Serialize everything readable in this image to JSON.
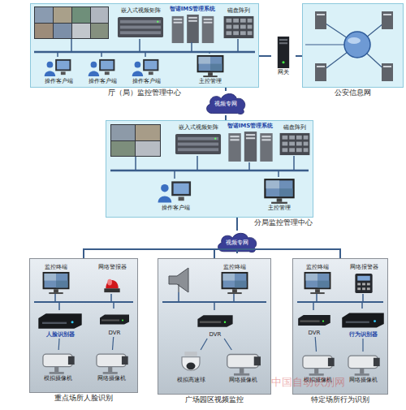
{
  "diagram": {
    "nodes": [
      {
        "text": [
          "厅（局）监控管理中心"
        ]
      },
      {
        "text": [
          "嵌入式视频矩阵"
        ],
        "in": 0
      },
      {
        "text": [
          "智诺IMS管理系统"
        ],
        "in": 0
      },
      {
        "text": [
          "磁盘阵列"
        ],
        "in": 0
      },
      {
        "text": [
          "操作客户端"
        ],
        "in": 0
      },
      {
        "text": [
          "操作客户端"
        ],
        "in": 0
      },
      {
        "text": [
          "操作客户端"
        ],
        "in": 0
      },
      {
        "text": [
          "主控管理"
        ],
        "in": 0
      },
      {
        "text": [
          "网关"
        ]
      },
      {
        "text": [
          "公安信息网"
        ]
      },
      {
        "text": [
          "视频专网"
        ]
      },
      {
        "text": [
          "分局监控管理中心"
        ]
      },
      {
        "text": [
          "嵌入式视频矩阵"
        ],
        "in": 11
      },
      {
        "text": [
          "智诺IMS管理系统"
        ],
        "in": 11
      },
      {
        "text": [
          "磁盘阵列"
        ],
        "in": 11
      },
      {
        "text": [
          "操作客户端"
        ],
        "in": 11
      },
      {
        "text": [
          "主控管理"
        ],
        "in": 11
      },
      {
        "text": [
          "视频专网"
        ]
      },
      {
        "text": [
          "重点场所人脸识别"
        ]
      },
      {
        "text": [
          "监控终端"
        ],
        "in": 18
      },
      {
        "text": [
          "网络警报器"
        ],
        "in": 18
      },
      {
        "text": [
          "人脸识别器"
        ],
        "in": 18
      },
      {
        "text": [
          "DVR"
        ],
        "in": 18
      },
      {
        "text": [
          "模拟摄像机"
        ],
        "in": 18
      },
      {
        "text": [
          "网络摄像机"
        ],
        "in": 18
      },
      {
        "text": [
          "广场园区视频监控"
        ]
      },
      {
        "text": [
          "监控终端"
        ],
        "in": 25
      },
      {
        "text": [
          "DVR"
        ],
        "in": 25
      },
      {
        "text": [
          "模拟高速球"
        ],
        "in": 25
      },
      {
        "text": [
          "网络摄像机"
        ],
        "in": 25
      },
      {
        "text": [
          "特定场所行为识别"
        ]
      },
      {
        "text": [
          "监控终端"
        ],
        "in": 30
      },
      {
        "text": [
          "网络报警器"
        ],
        "in": 30
      },
      {
        "text": [
          "DVR"
        ],
        "in": 30
      },
      {
        "text": [
          "行为识别器"
        ],
        "in": 30
      },
      {
        "text": [
          "模拟摄像机"
        ],
        "in": 30
      },
      {
        "text": [
          "网络摄像机"
        ],
        "in": 30
      }
    ],
    "edges": [
      {
        "from": 0,
        "to": 8,
        "arrow": "none"
      },
      {
        "from": 8,
        "to": 9,
        "arrow": "none"
      },
      {
        "from": 0,
        "to": 10,
        "arrow": "none"
      },
      {
        "from": 10,
        "to": 11,
        "arrow": "none"
      },
      {
        "from": 11,
        "to": 17,
        "arrow": "none"
      },
      {
        "from": 17,
        "to": 18,
        "arrow": "none"
      },
      {
        "from": 17,
        "to": 25,
        "arrow": "none"
      },
      {
        "from": 17,
        "to": 30,
        "arrow": "none"
      },
      {
        "from": 21,
        "to": 23,
        "arrow": "none"
      },
      {
        "from": 22,
        "to": 24,
        "arrow": "none"
      },
      {
        "from": 27,
        "to": 28,
        "arrow": "none"
      },
      {
        "from": 27,
        "to": 29,
        "arrow": "none"
      },
      {
        "from": 33,
        "to": 35,
        "arrow": "none"
      },
      {
        "from": 34,
        "to": 36,
        "arrow": "none"
      }
    ],
    "labels": [
      "中国自动识别网"
    ]
  }
}
